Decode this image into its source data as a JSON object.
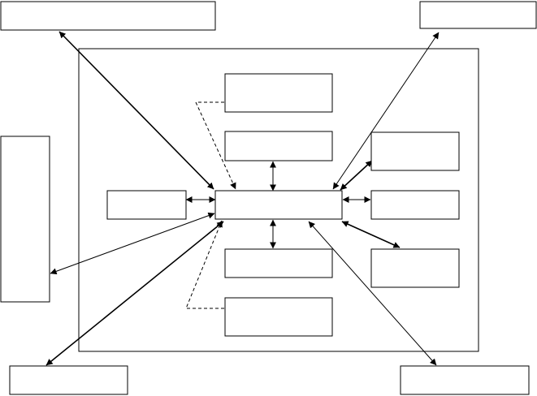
{
  "diagram": {
    "nodes": [
      {
        "id": "top-left",
        "label": ""
      },
      {
        "id": "top-right",
        "label": ""
      },
      {
        "id": "left-tall",
        "label": ""
      },
      {
        "id": "inner-top-1",
        "label": ""
      },
      {
        "id": "inner-top-2",
        "label": ""
      },
      {
        "id": "inner-left",
        "label": ""
      },
      {
        "id": "center",
        "label": ""
      },
      {
        "id": "inner-right-top",
        "label": ""
      },
      {
        "id": "inner-right-mid",
        "label": ""
      },
      {
        "id": "inner-right-bottom",
        "label": ""
      },
      {
        "id": "inner-bottom-1",
        "label": ""
      },
      {
        "id": "inner-bottom-2",
        "label": ""
      },
      {
        "id": "bottom-left",
        "label": ""
      },
      {
        "id": "bottom-right",
        "label": ""
      }
    ],
    "edges": [
      {
        "from": "center",
        "to": "top-left",
        "style": "solid",
        "arrow": "both"
      },
      {
        "from": "center",
        "to": "top-right",
        "style": "solid",
        "arrow": "both"
      },
      {
        "from": "center",
        "to": "left-tall",
        "style": "solid",
        "arrow": "both"
      },
      {
        "from": "center",
        "to": "bottom-left",
        "style": "solid",
        "arrow": "both"
      },
      {
        "from": "center",
        "to": "bottom-right",
        "style": "solid",
        "arrow": "both"
      },
      {
        "from": "center",
        "to": "inner-left",
        "style": "solid",
        "arrow": "both"
      },
      {
        "from": "center",
        "to": "inner-top-2",
        "style": "solid",
        "arrow": "both"
      },
      {
        "from": "center",
        "to": "inner-bottom-1",
        "style": "solid",
        "arrow": "both"
      },
      {
        "from": "center",
        "to": "inner-right-top",
        "style": "solid",
        "arrow": "both"
      },
      {
        "from": "center",
        "to": "inner-right-mid",
        "style": "solid",
        "arrow": "both"
      },
      {
        "from": "center",
        "to": "inner-right-bottom",
        "style": "solid",
        "arrow": "both"
      },
      {
        "from": "inner-top-1",
        "to": "center",
        "style": "dashed",
        "arrow": "end"
      },
      {
        "from": "inner-bottom-2",
        "to": "center",
        "style": "dashed",
        "arrow": "end"
      }
    ]
  }
}
